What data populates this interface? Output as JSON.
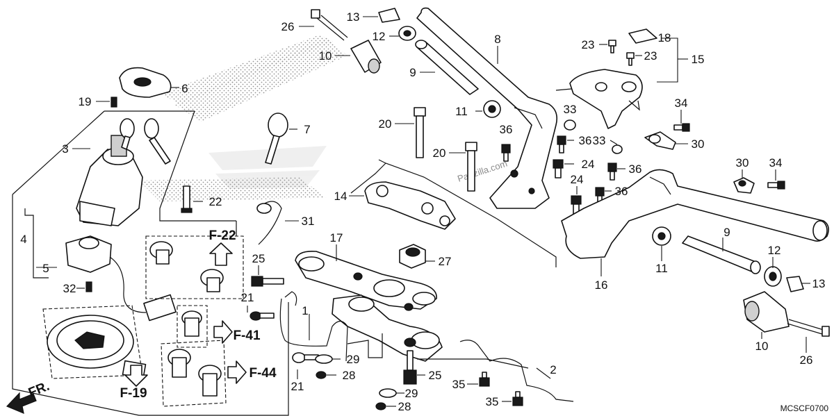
{
  "diagram_code": "MCSCF0700",
  "front_label": "FR.",
  "watermark": "Partzilla.com",
  "callouts": {
    "c1": "1",
    "c2": "2",
    "c3": "3",
    "c4": "4",
    "c5": "5",
    "c6": "6",
    "c7": "7",
    "c8": "8",
    "c9a": "9",
    "c9b": "9",
    "c10a": "10",
    "c10b": "10",
    "c11a": "11",
    "c11b": "11",
    "c12a": "12",
    "c12b": "12",
    "c13a": "13",
    "c13b": "13",
    "c14": "14",
    "c15": "15",
    "c16": "16",
    "c17": "17",
    "c18": "18",
    "c19": "19",
    "c20a": "20",
    "c20b": "20",
    "c21a": "21",
    "c21b": "21",
    "c22": "22",
    "c23a": "23",
    "c23b": "23",
    "c24a": "24",
    "c24b": "24",
    "c25a": "25",
    "c25b": "25",
    "c26a": "26",
    "c26b": "26",
    "c27": "27",
    "c28a": "28",
    "c28b": "28",
    "c29a": "29",
    "c29b": "29",
    "c30a": "30",
    "c30b": "30",
    "c31": "31",
    "c32": "32",
    "c33a": "33",
    "c33b": "33",
    "c34a": "34",
    "c34b": "34",
    "c35a": "35",
    "c35b": "35",
    "c36a": "36",
    "c36b": "36",
    "c36c": "36",
    "c36d": "36"
  },
  "references": {
    "f22": "F-22",
    "f41": "F-41",
    "f44": "F-44",
    "f19": "F-19"
  }
}
